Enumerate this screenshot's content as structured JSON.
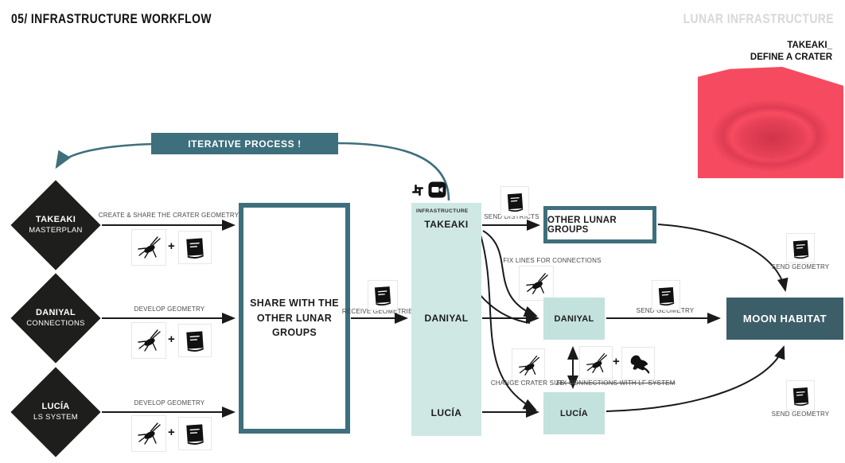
{
  "page": {
    "title": "05/ INFRASTRUCTURE WORKFLOW",
    "watermark": "LUNAR INFRASTRUCTURE"
  },
  "crater_callout": {
    "line1": "TAKEAKI_",
    "line2": "DEFINE A CRATER",
    "image_color": "#f64a60"
  },
  "iterative": {
    "label": "ITERATIVE PROCESS !"
  },
  "diamonds": [
    {
      "name": "TAKEAKI",
      "role": "MASTERPLAN"
    },
    {
      "name": "DANIYAL",
      "role": "CONNECTIONS"
    },
    {
      "name": "LUCÍA",
      "role": "LS SYSTEM"
    }
  ],
  "share_box": {
    "line1": "SHARE WITH THE",
    "line2": "OTHER LUNAR GROUPS"
  },
  "column": {
    "header": "INFRASTRUCTURE",
    "members": [
      "TAKEAKI",
      "DANIYAL",
      "LUCÍA"
    ]
  },
  "boxes": {
    "other_groups": "OTHER LUNAR GROUPS",
    "daniyal": "DANIYAL",
    "lucia": "LUCÍA",
    "moon": "MOON HABITAT"
  },
  "labels": {
    "create_share": "CREATE & SHARE THE CRATER GEOMETRY",
    "develop_geometry_1": "DEVELOP GEOMETRY",
    "develop_geometry_2": "DEVELOP GEOMETRY",
    "receive_geometries": "RECEIVE GEOMETRIES",
    "send_districts": "SEND DISTRICTS",
    "fix_lines": "FIX LINES FOR CONNECTIONS",
    "change_crater": "CHANGE CRATER SIZE",
    "fix_connections": "FIX CONNECTIONS WITH LF SYSTEM",
    "send_geometry_daniyal": "SEND GEOMETRY",
    "send_geometry_top": "SEND GEOMETRY",
    "send_geometry_bottom": "SEND GEOMETRY",
    "plus": "+"
  },
  "icons": {
    "grasshopper": "grasshopper-icon",
    "rhino": "rhino-book-icon",
    "slack": "slack-icon",
    "zoom": "zoom-video-icon",
    "lf_system": "kangaroo-lf-icon"
  },
  "colors": {
    "teal_dark": "#3e6f7c",
    "moon_box": "#3c5e69",
    "column_mint": "#cfe8e4",
    "box_mint": "#c3e2dd",
    "diamond_black": "#1e1e1c",
    "arrow_black": "#1a1a1a",
    "watermark_gray": "#d8d8d8",
    "crater_pink": "#f64a60"
  }
}
